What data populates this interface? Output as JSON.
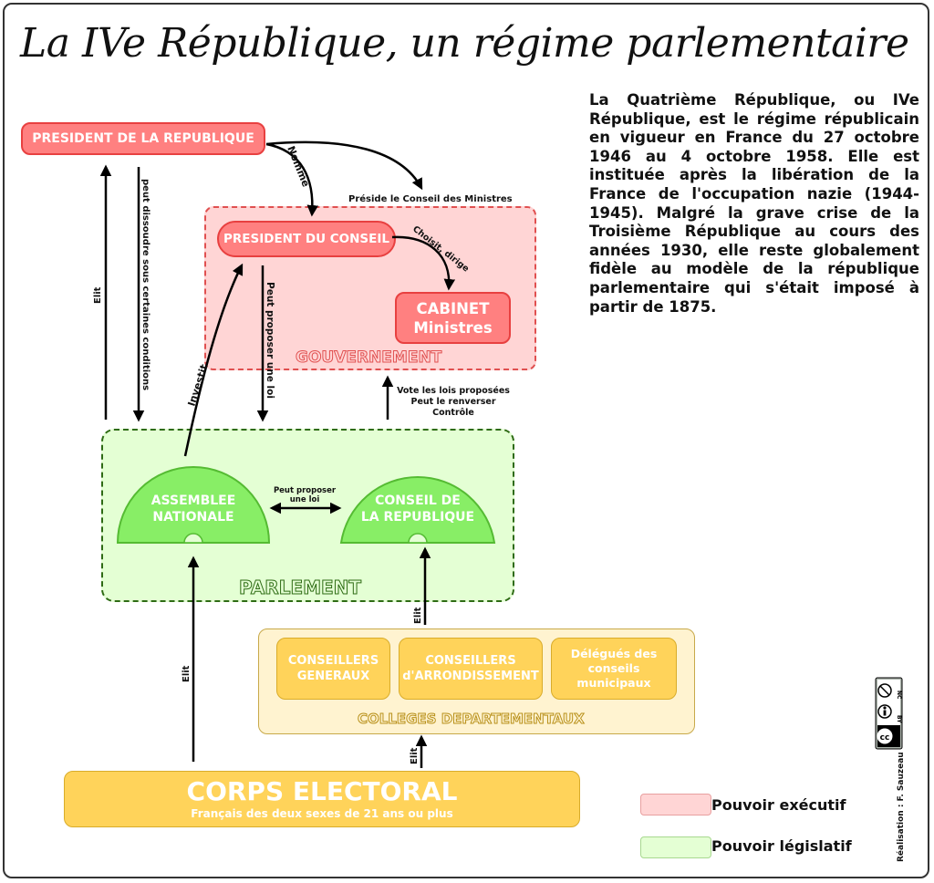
{
  "title": "La IVe République, un régime parlementaire",
  "intro": "La Quatrième République, ou IVe République, est le régime républicain en vigueur en France du 27 octobre 1946 au 4 octobre 1958. Elle est instituée après la libération de la France de l'occupation nazie (1944-1945). Malgré la grave crise de la Troisième République au cours des années 1930, elle reste globalement fidèle au modèle de la république parlementaire qui s'était imposé à partir de 1875.",
  "nodes": {
    "president_republique": "PRESIDENT DE LA REPUBLIQUE",
    "president_conseil": "PRESIDENT DU CONSEIL",
    "cabinet_line1": "CABINET",
    "cabinet_line2": "Ministres",
    "gouvernement": "GOUVERNEMENT",
    "assemblee_line1": "ASSEMBLEE",
    "assemblee_line2": "NATIONALE",
    "conseil_rep_line1": "CONSEIL DE",
    "conseil_rep_line2": "LA REPUBLIQUE",
    "parlement": "PARLEMENT",
    "conseillers_generaux_line1": "CONSEILLERS",
    "conseillers_generaux_line2": "GENERAUX",
    "conseillers_arr_line1": "CONSEILLERS",
    "conseillers_arr_line2": "d'ARRONDISSEMENT",
    "delegues_line1": "Délégués des",
    "delegues_line2": "conseils",
    "delegues_line3": "municipaux",
    "colleges": "COLLEGES DEPARTEMENTAUX",
    "corps_electoral": "CORPS ELECTORAL",
    "corps_electoral_sub": "Français des deux sexes de 21 ans ou plus"
  },
  "edge_labels": {
    "nomme": "Nomme",
    "preside": "Préside le Conseil des Ministres",
    "choisit": "Choisit, dirige",
    "elit_president": "Elit",
    "peut_dissoudre": "peut dissoudre sous certaines conditions",
    "investit": "Investit",
    "peut_proposer_loi": "Peut proposer une loi",
    "vote_line1": "Vote les lois proposées",
    "vote_line2": "Peut le renverser",
    "vote_line3": "Contrôle",
    "peut_proposer_line1": "Peut proposer",
    "peut_proposer_line2": "une loi",
    "elit_corps": "Elit",
    "elit_colleges": "Elit",
    "elit_conseil": "Elit"
  },
  "legend": {
    "executif": "Pouvoir exécutif",
    "legislatif": "Pouvoir législatif"
  },
  "license": {
    "by": "BY",
    "nc": "NC"
  },
  "credit": "Réalisation : F. Sauzeau",
  "colors": {
    "executive_fill": "#ff8080",
    "executive_bg": "#ffd5d5",
    "legislative_fill": "#88ee66",
    "legislative_bg": "#e4ffd4",
    "colleges_bg": "#fff3d0",
    "yellow": "#ffd35a"
  }
}
